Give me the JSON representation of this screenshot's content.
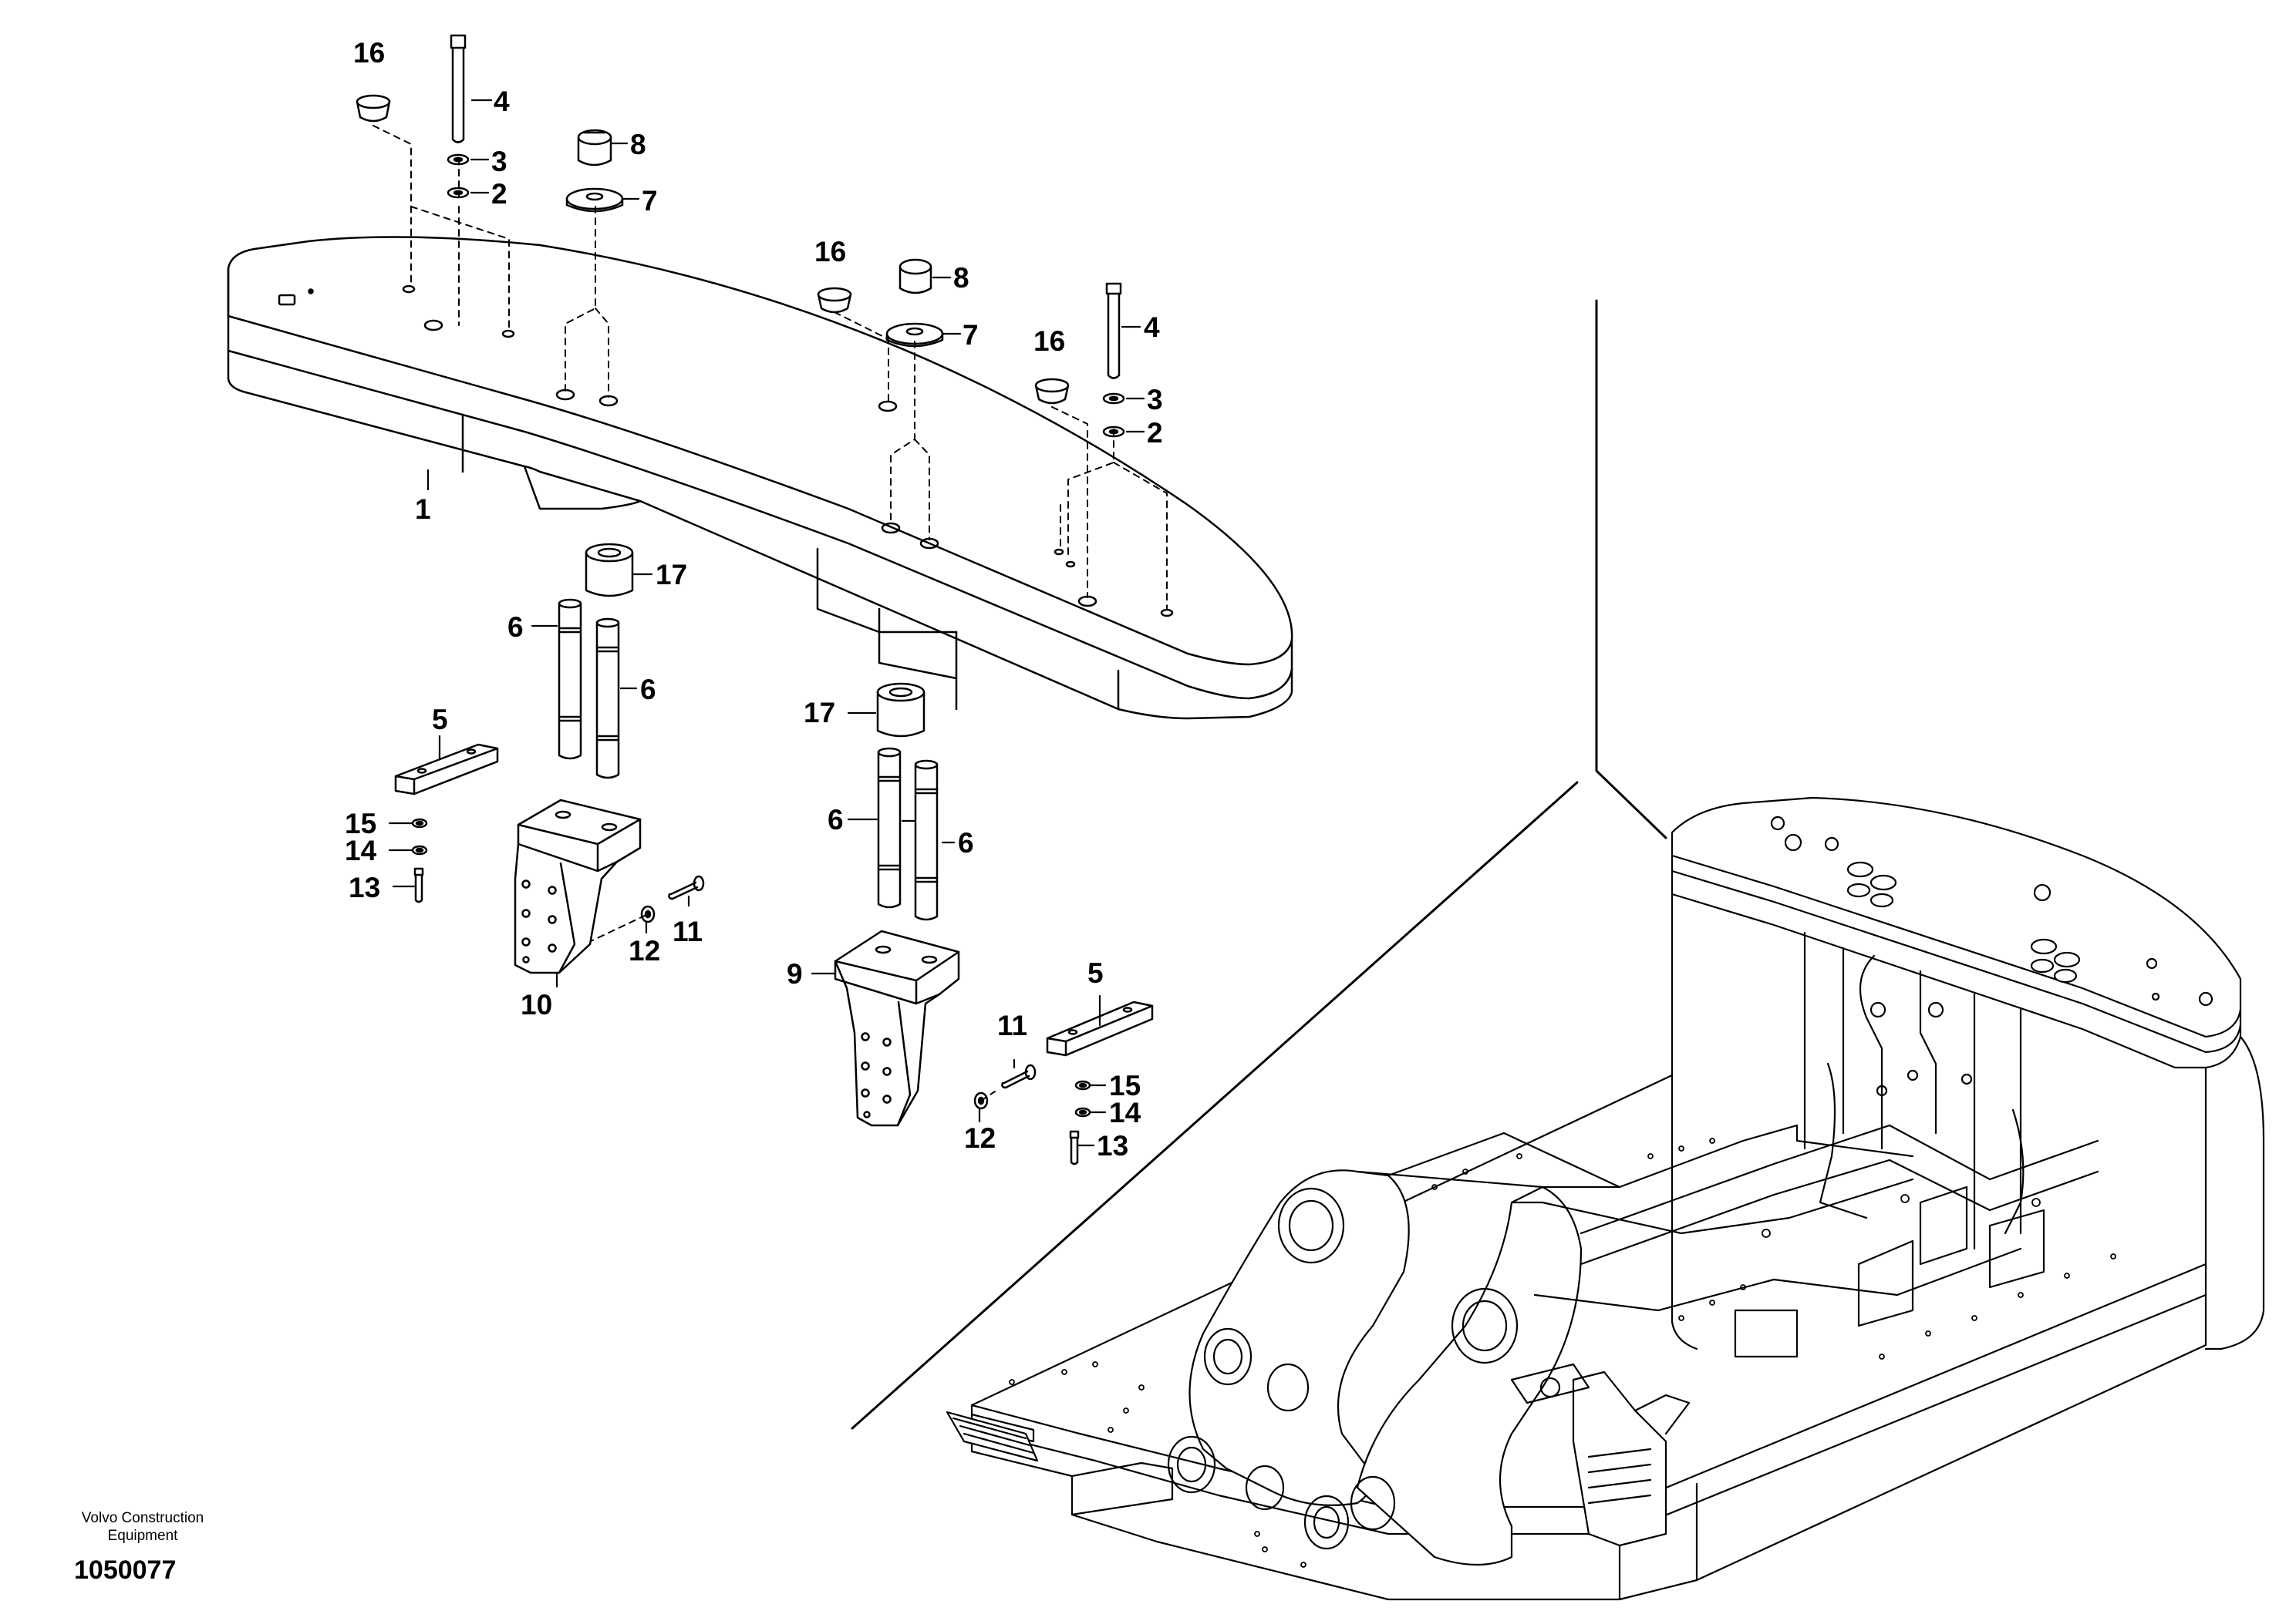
{
  "callouts": {
    "c16a": "16",
    "c4a": "4",
    "c8a": "8",
    "c3a": "3",
    "c2a": "2",
    "c7a": "7",
    "c1": "1",
    "c16b": "16",
    "c8b": "8",
    "c7b": "7",
    "c16c": "16",
    "c4b": "4",
    "c3b": "3",
    "c2b": "2",
    "c17a": "17",
    "c6a": "6",
    "c6b": "6",
    "c5a": "5",
    "c15a": "15",
    "c14a": "14",
    "c13a": "13",
    "c11a": "11",
    "c12a": "12",
    "c10": "10",
    "c17b": "17",
    "c6c": "6",
    "c6d": "6",
    "c9": "9",
    "c5b": "5",
    "c11b": "11",
    "c15b": "15",
    "c14b": "14",
    "c12b": "12",
    "c13b": "13"
  },
  "footer": {
    "company": "Volvo Construction Equipment",
    "drawing_number": "1050077"
  },
  "icons": [
    "counterweight-part",
    "bolt",
    "washer",
    "nut",
    "plug",
    "support-bracket",
    "pin",
    "bushing",
    "spacer-plate",
    "machine-frame"
  ]
}
